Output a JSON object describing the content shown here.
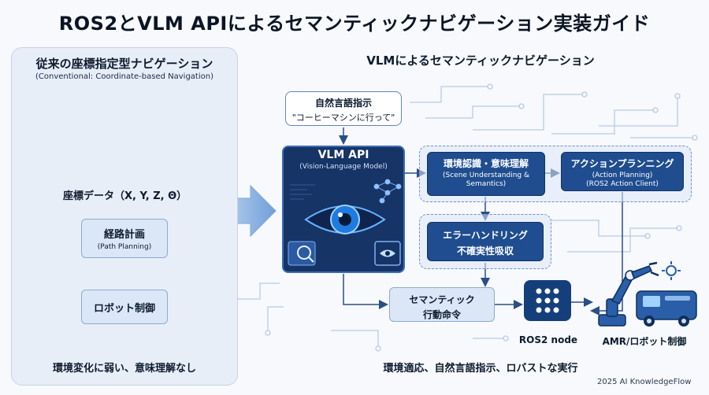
{
  "title": "ROS2とVLM APIによるセマンティックナビゲーション実装ガイド",
  "left": {
    "title": "従来の座標指定型ナビゲーション",
    "subtitle": "(Conventional: Coordinate-based Navigation)",
    "coord_label": "座標データ（X, Y, Z, Θ）",
    "path_box": {
      "title": "経路計画",
      "subtitle": "(Path Planning)"
    },
    "robot_box": "ロボット制御",
    "footer": "環境変化に弱い、意味理解なし"
  },
  "right": {
    "title": "VLMによるセマンティックナビゲーション",
    "bubble": {
      "line1": "自然言語指示",
      "line2": "\"コーヒーマシンに行って\""
    },
    "vlm": {
      "title": "VLM API",
      "subtitle": "(Vision-Language Model)"
    },
    "scene_box": {
      "title": "環境認識・意味理解",
      "subtitle_1": "(Scene Understanding &",
      "subtitle_2": "Semantics)"
    },
    "action_box": {
      "title": "アクションプランニング",
      "subtitle_1": "(Action Planning)",
      "subtitle_2": "(ROS2 Action Client)"
    },
    "error_box": {
      "line1": "エラーハンドリング",
      "line2": "不確実性吸収"
    },
    "command_box": {
      "line1": "セマンティック",
      "line2": "行動命令"
    },
    "ros_node_label": "ROS2 node",
    "amr_label": "AMR/ロボット制御",
    "footer": "環境適応、自然言語指示、ロバストな実行"
  },
  "credit": "2025 AI KnowledgeFlow",
  "colors": {
    "dark_box": "#1f4d8f",
    "light_box": "#dbe7f7",
    "panel": "#e7eef8",
    "accent": "#3c6db5"
  },
  "icons": [
    "map-pin-icon",
    "map-icon",
    "eye-icon",
    "neural-network-icon",
    "magnifier-icon",
    "ros-node-icon",
    "robot-arm-icon",
    "amr-vehicle-icon",
    "gear-icon"
  ]
}
